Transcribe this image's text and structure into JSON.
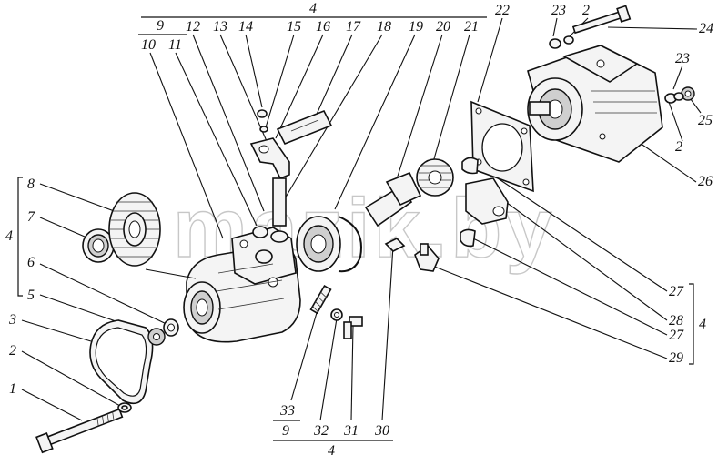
{
  "watermark": "mazik.by",
  "part_numbers": {
    "p1": "1",
    "p2": "2",
    "p3": "3",
    "p4": "4",
    "p5": "5",
    "p6": "6",
    "p7": "7",
    "p8": "8",
    "p9": "9",
    "p10": "10",
    "p11": "11",
    "p12": "12",
    "p13": "13",
    "p14": "14",
    "p15": "15",
    "p16": "16",
    "p17": "17",
    "p18": "18",
    "p19": "19",
    "p20": "20",
    "p21": "21",
    "p22": "22",
    "p23": "23",
    "p24": "24",
    "p25": "25",
    "p26": "26",
    "p27": "27",
    "p28": "28",
    "p29": "29",
    "p30": "30",
    "p31": "31",
    "p32": "32",
    "p33": "33"
  }
}
